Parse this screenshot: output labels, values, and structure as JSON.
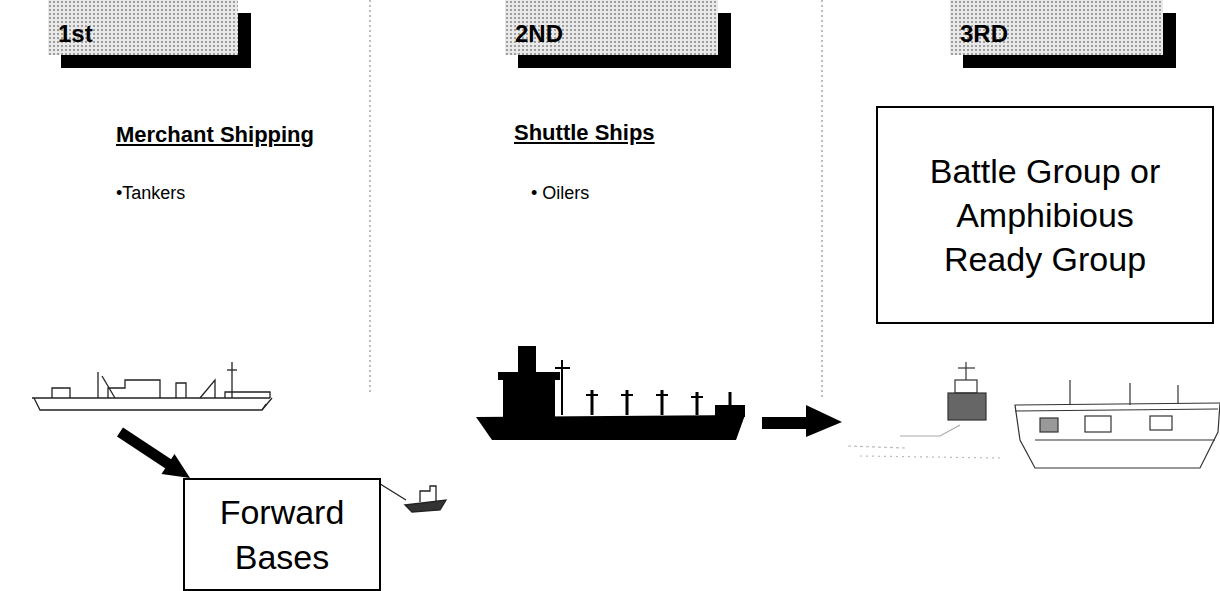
{
  "diagram": {
    "nodes": [
      {
        "text": [
          "1st"
        ]
      },
      {
        "text": [
          "2ND"
        ]
      },
      {
        "text": [
          "3RD"
        ]
      },
      {
        "text": [
          "Battle Group or Amphibious Ready Group"
        ]
      },
      {
        "text": [
          "Forward Bases"
        ]
      }
    ],
    "labels": [
      "Merchant Shipping",
      "•Tankers",
      "Shuttle Ships",
      "• Oilers"
    ]
  }
}
